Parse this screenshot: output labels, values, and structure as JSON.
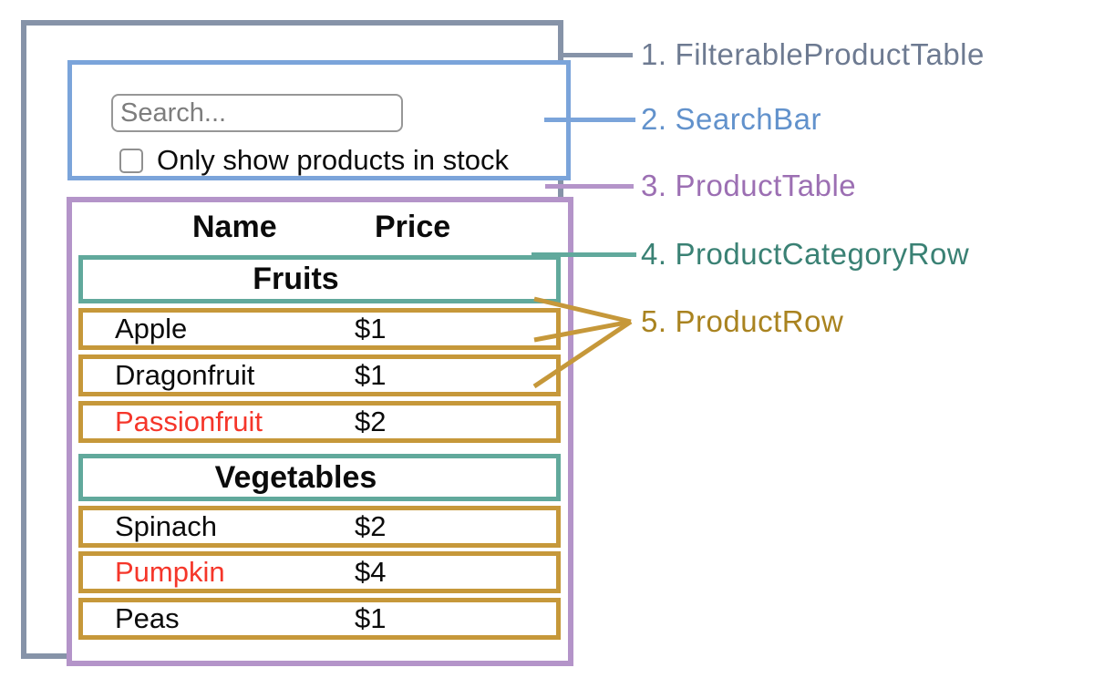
{
  "diagram": {
    "background": "#ffffff",
    "annotations": [
      {
        "number": "1.",
        "label": "FilterableProductTable",
        "color": "#6d7a91"
      },
      {
        "number": "2.",
        "label": "SearchBar",
        "color": "#6292cc"
      },
      {
        "number": "3.",
        "label": "ProductTable",
        "color": "#9c6fb3"
      },
      {
        "number": "4.",
        "label": "ProductCategoryRow",
        "color": "#3a8174"
      },
      {
        "number": "5.",
        "label": "ProductRow",
        "color": "#a98320"
      }
    ],
    "box_colors": {
      "filterable_product_table": "#8693a8",
      "search_bar": "#7ba4da",
      "product_table": "#b494c9",
      "product_category_row": "#61a99c",
      "product_row": "#c6983a"
    },
    "out_of_stock_text_color": "#f5362a"
  },
  "search_bar": {
    "input_placeholder": "Search...",
    "input_value": "",
    "checkbox_checked": false,
    "checkbox_label": "Only show products in stock"
  },
  "product_table": {
    "columns": [
      "Name",
      "Price"
    ],
    "sections": [
      {
        "category": "Fruits",
        "rows": [
          {
            "name": "Apple",
            "price": "$1",
            "in_stock": true
          },
          {
            "name": "Dragonfruit",
            "price": "$1",
            "in_stock": true
          },
          {
            "name": "Passionfruit",
            "price": "$2",
            "in_stock": false
          }
        ]
      },
      {
        "category": "Vegetables",
        "rows": [
          {
            "name": "Spinach",
            "price": "$2",
            "in_stock": true
          },
          {
            "name": "Pumpkin",
            "price": "$4",
            "in_stock": false
          },
          {
            "name": "Peas",
            "price": "$1",
            "in_stock": true
          }
        ]
      }
    ]
  }
}
